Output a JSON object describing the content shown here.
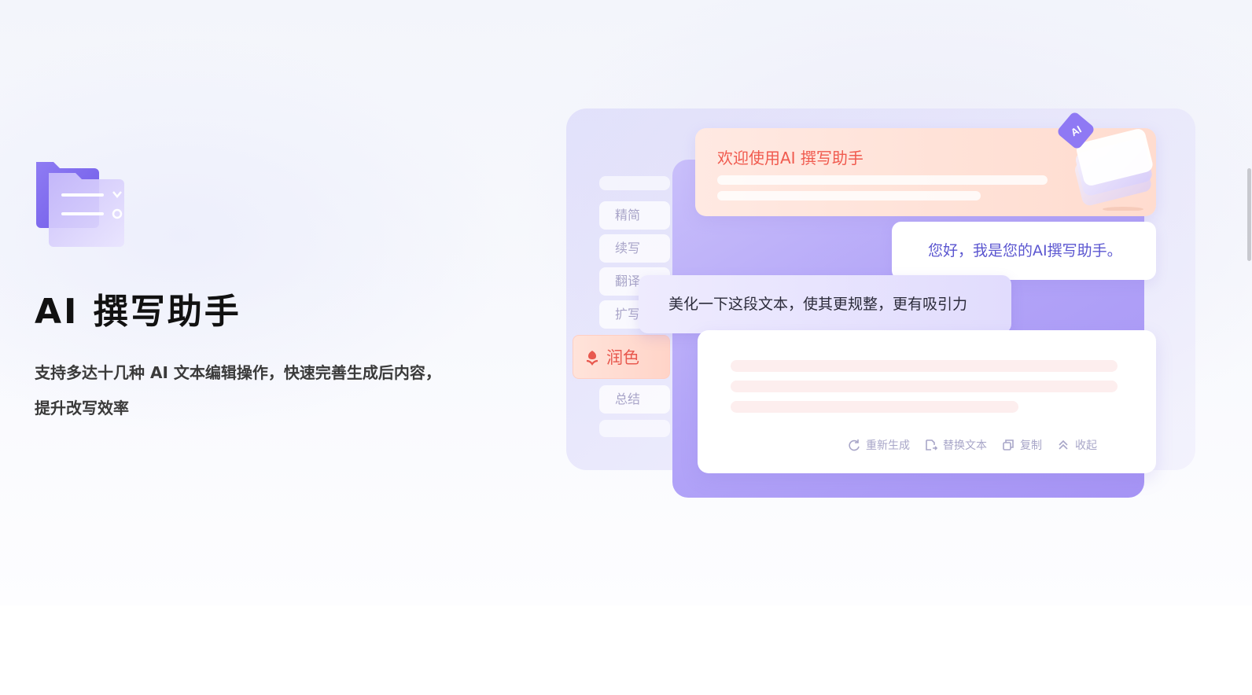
{
  "feature": {
    "title": "AI 撰写助手",
    "description": "支持多达十几种 AI 文本编辑操作，快速完善生成后内容，提升改写效率"
  },
  "illustration": {
    "welcome_text": "欢迎使用AI 撰写助手",
    "ai_badge": "AI",
    "menu_items": [
      "精简",
      "续写",
      "翻译",
      "扩写",
      "润色",
      "总结"
    ],
    "active_item": "润色",
    "assistant_message": "您好，我是您的AI撰写助手。",
    "user_prompt": "美化一下这段文本，使其更规整，更有吸引力",
    "actions": [
      "重新生成",
      "替换文本",
      "复制",
      "收起"
    ]
  },
  "colors": {
    "accent_purple": "#a694f5",
    "accent_red": "#f05a4e",
    "title": "#111111"
  }
}
